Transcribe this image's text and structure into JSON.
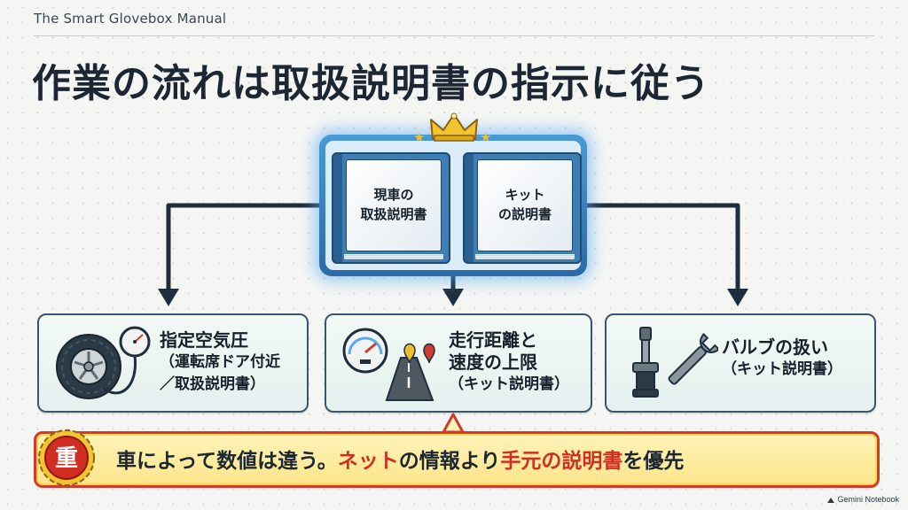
{
  "header": {
    "label": "The Smart Glovebox Manual"
  },
  "title": "作業の流れは取扱説明書の指示に従う",
  "books": [
    {
      "label": "現車の\n取扱説明書"
    },
    {
      "label": "キット\nの説明書"
    }
  ],
  "cards": [
    {
      "title": "指定空気圧",
      "sub": "（運転席ドア付近\n／取扱説明書）",
      "icon": "tire-pressure-gauge-icon"
    },
    {
      "title": "走行距離と\n速度の上限",
      "sub": "（キット説明書）",
      "icon": "speedometer-road-icon"
    },
    {
      "title": "バルブの扱い",
      "sub": "（キット説明書）",
      "icon": "valve-wrench-icon"
    }
  ],
  "banner": {
    "seal": "重",
    "text_part1": "車によって数値は違う。",
    "text_part2": "ネット",
    "text_part3": "の情報より",
    "text_part4": "手元の説明書",
    "text_part5": "を優先"
  },
  "footer": {
    "brand": "Gemini Notebook"
  },
  "colors": {
    "accent_blue": "#2b6aa6",
    "glow_blue": "#5aaaf0",
    "warning_red": "#d13b2f",
    "banner_yellow": "#fce58a",
    "crown_gold": "#f0bf2c"
  }
}
